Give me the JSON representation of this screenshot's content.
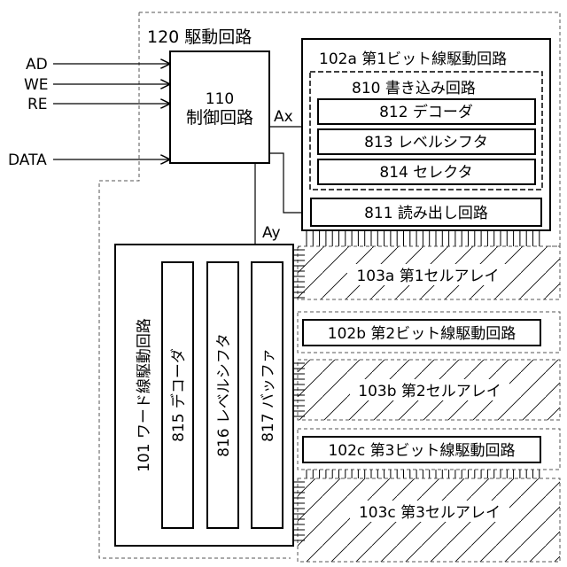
{
  "diagram": {
    "drive_circuit": "120 駆動回路",
    "signals": {
      "ad": "AD",
      "we": "WE",
      "re": "RE",
      "data": "DATA",
      "ax": "Ax",
      "ay": "Ay"
    },
    "control_circuit": {
      "number": "110",
      "name": "制御回路"
    },
    "bitline_driver_1": "102a 第1ビット線駆動回路",
    "write_circuit": "810 書き込み回路",
    "write_decoder": "812 デコーダ",
    "write_level_shifter": "813 レベルシフタ",
    "write_selector": "814 セレクタ",
    "read_circuit": "811 読み出し回路",
    "cell_array_1": "103a 第1セルアレイ",
    "bitline_driver_2": "102b 第2ビット線駆動回路",
    "cell_array_2": "103b 第2セルアレイ",
    "bitline_driver_3": "102c 第3ビット線駆動回路",
    "cell_array_3": "103c 第3セルアレイ",
    "wordline_driver": "101 ワード線駆動回路",
    "wl_decoder": "815 デコーダ",
    "wl_level_shifter": "816 レベルシフタ",
    "wl_buffer": "817 バッファ"
  }
}
